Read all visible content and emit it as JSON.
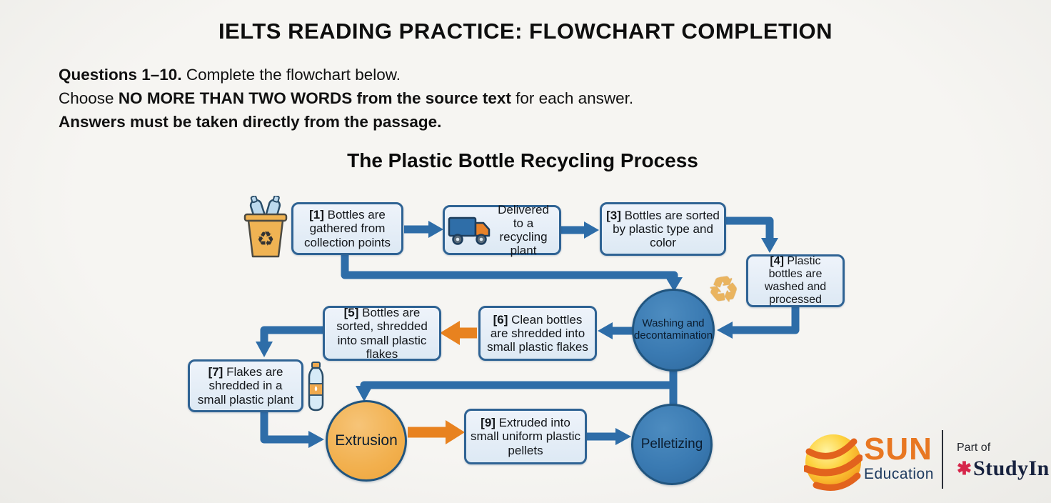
{
  "header": {
    "title": "IELTS READING PRACTICE: FLOWCHART COMPLETION"
  },
  "instructions": {
    "q_range": "Questions 1–10.",
    "q_rest": " Complete the flowchart below.",
    "choose_pre": "Choose ",
    "choose_bold": "NO MORE THAN TWO WORDS from the source text",
    "choose_post": " for each answer.",
    "note": "Answers must be taken directly from the passage."
  },
  "flowchart": {
    "title": "The Plastic Bottle Recycling Process",
    "steps": {
      "s1": {
        "num": "[1]",
        "text": " Bottles are gathered from collection points"
      },
      "s2": {
        "text": "Delivered to a recycling plant"
      },
      "s3": {
        "num": "[3]",
        "text": " Bottles are sorted by plastic type and color"
      },
      "s4": {
        "num": "[4]",
        "text": " Plastic bottles are washed and processed"
      },
      "washing": {
        "text": "Washing and decontamination"
      },
      "s5": {
        "num": "[5]",
        "text": " Bottles are sorted, shredded into small plastic flakes"
      },
      "s6": {
        "num": "[6]",
        "text": " Clean bottles are shredded into small plastic flakes"
      },
      "s7": {
        "num": "[7]",
        "text": " Flakes are shredded in a small plastic plant"
      },
      "extrusion": {
        "text": "Extrusion"
      },
      "s9": {
        "num": "[9]",
        "text": " Extruded into small uniform plastic pellets"
      },
      "pelletizing": {
        "text": "Pelletizing"
      }
    },
    "icons": {
      "recycle_glyph": "♻"
    }
  },
  "footer": {
    "brand": "SUN",
    "brand_sub": "Education",
    "partner_prefix": "Part of",
    "partner_mark": "✱",
    "partner_name": "StudyIn"
  },
  "colors": {
    "arrow_blue": "#2e6da8",
    "arrow_orange": "#e8821f",
    "box_fill": "#e3edf7",
    "box_border": "#2f6394",
    "circle_blue": "#3a7ab2",
    "circle_orange": "#f2b04e",
    "brand_orange": "#e87722",
    "brand_navy": "#1d3a5f",
    "mark_red": "#d6264a"
  }
}
